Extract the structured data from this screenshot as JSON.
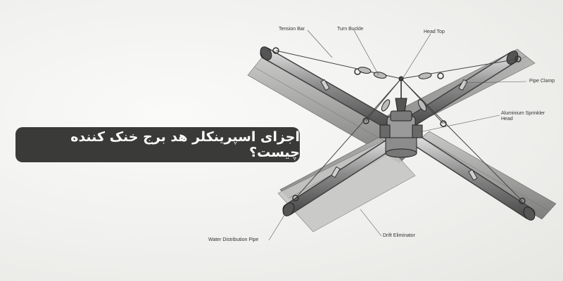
{
  "title": "اجزای اسپرینکلر هد برج خنک کننده چیست؟",
  "labels": {
    "tension_bar": "Tension Bar",
    "turn_buckle": "Turn Buckle",
    "head_top": "Head Top",
    "pipe_clamp": "Pipe Clamp",
    "sprinkler_head_line1": "Aluminium Sprinkler",
    "sprinkler_head_line2": "Head",
    "water_distribution_pipe": "Water Distribution Pipe",
    "drift_eliminator": "Drift Eliminator"
  },
  "colors": {
    "title_box_bg": "#3a3a38",
    "title_text": "#ffffff",
    "background": "#f1f1ef",
    "pipe": "#8a8a8a",
    "panel": "#9d9d9d"
  }
}
